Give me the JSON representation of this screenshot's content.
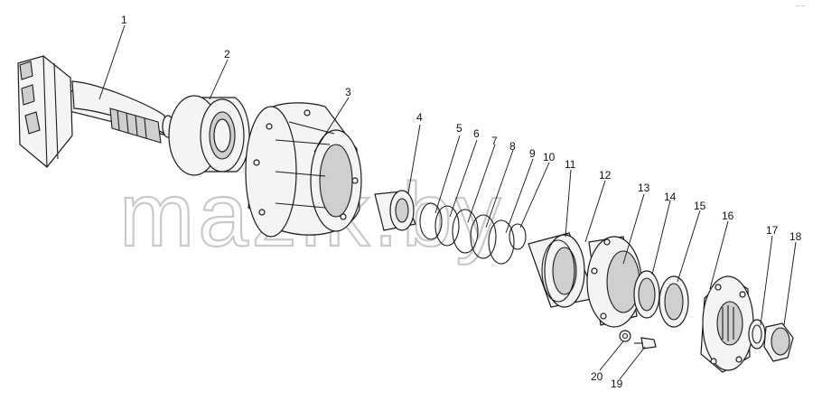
{
  "watermark": "mazik.by",
  "corner_mark": "-- --",
  "callouts": [
    "1",
    "2",
    "3",
    "4",
    "5",
    "6",
    "7",
    "8",
    "9",
    "10",
    "11",
    "12",
    "13",
    "14",
    "15",
    "16",
    "17",
    "18",
    "19",
    "20"
  ]
}
